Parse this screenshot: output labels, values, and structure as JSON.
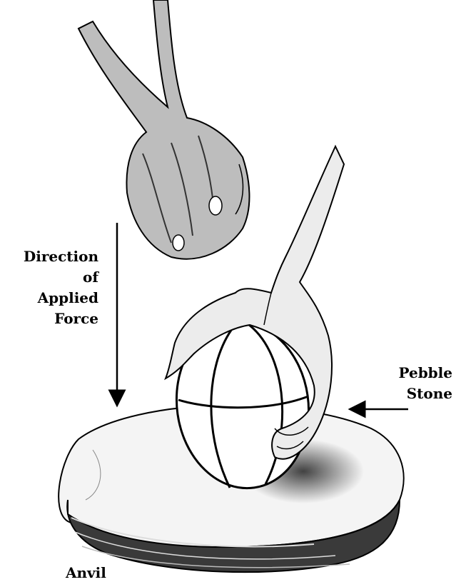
{
  "labels": {
    "force": [
      "Direction",
      "of",
      "Applied",
      "Force"
    ],
    "pebble": [
      "Pebble",
      "Stone"
    ],
    "anvil": "Anvil"
  },
  "colors": {
    "ink": "#000000",
    "paper": "#ffffff",
    "shade": "#555555"
  }
}
